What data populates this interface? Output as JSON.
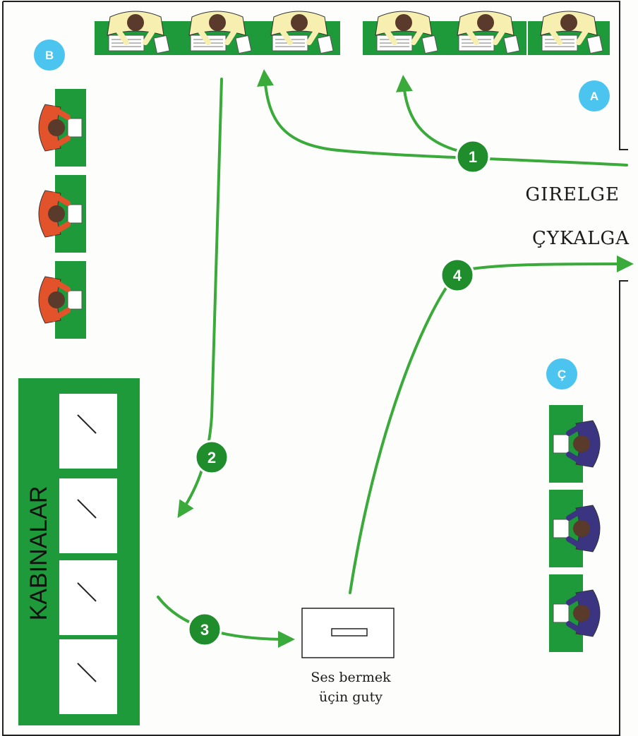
{
  "labels": {
    "entrance": "GIRELGE",
    "exit": "ÇYKALGA",
    "booths": "KABINALAR",
    "ballot_box_line1": "Ses bermek",
    "ballot_box_line2": "üçin guty"
  },
  "zones": [
    "A",
    "B",
    "Ç"
  ],
  "steps": [
    "1",
    "2",
    "3",
    "4"
  ],
  "colors": {
    "table_green": "#1e9a3a",
    "arrow_green": "#3aaa3a",
    "step_circle": "#1f8d2b",
    "zone_circle": "#4cc4f0",
    "official_a": "#f6efb0",
    "official_b": "#e2532b",
    "official_c": "#3b3480"
  }
}
